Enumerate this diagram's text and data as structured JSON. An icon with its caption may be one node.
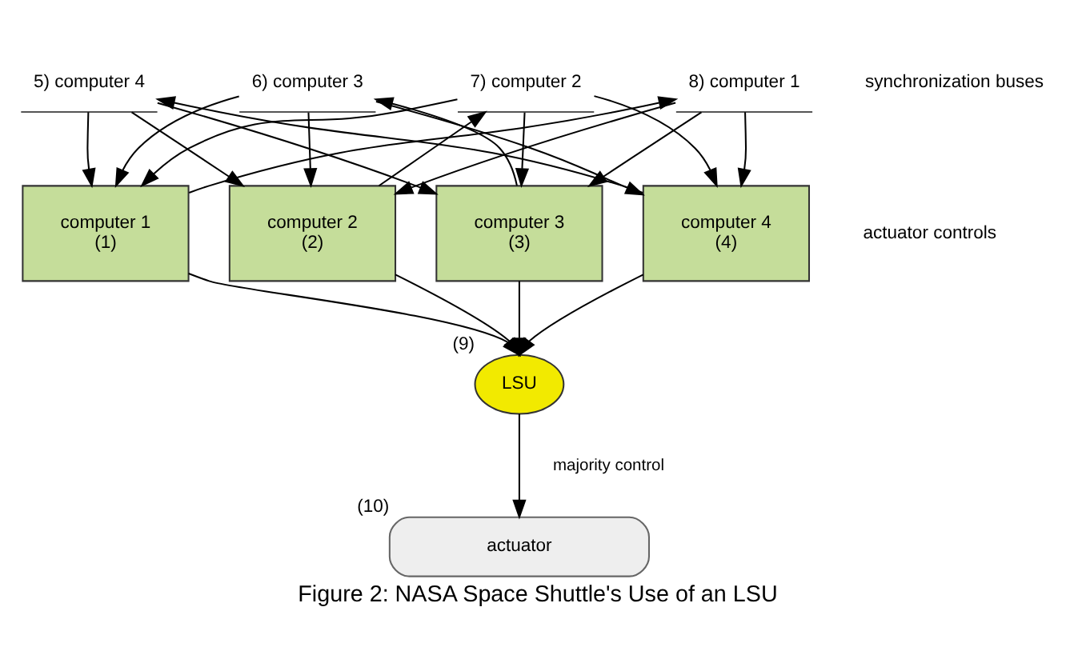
{
  "diagram": {
    "caption": "Figure 2: NASA Space Shuttle's Use of an LSU",
    "nodes": [
      {
        "text": [
          "5) computer 4"
        ]
      },
      {
        "text": [
          "6) computer 3"
        ]
      },
      {
        "text": [
          "7) computer 2"
        ]
      },
      {
        "text": [
          "8) computer 1"
        ]
      },
      {
        "text": [
          "computer 1",
          "(1)"
        ]
      },
      {
        "text": [
          "computer 2",
          "(2)"
        ]
      },
      {
        "text": [
          "computer 3",
          "(3)"
        ]
      },
      {
        "text": [
          "computer 4",
          "(4)"
        ]
      },
      {
        "text": [
          "LSU"
        ],
        "beside": [
          "(9)"
        ]
      },
      {
        "text": [
          "actuator"
        ],
        "beside": [
          "(10)"
        ]
      }
    ],
    "edges": [
      {
        "from": 4,
        "to": 3,
        "arrow": "to"
      },
      {
        "from": 2,
        "to": 4,
        "arrow": "to"
      },
      {
        "from": 1,
        "to": 4,
        "arrow": "to"
      },
      {
        "from": 0,
        "to": 4,
        "arrow": "to"
      },
      {
        "from": 3,
        "to": 5,
        "arrow": "to"
      },
      {
        "from": 5,
        "to": 2,
        "arrow": "to"
      },
      {
        "from": 1,
        "to": 5,
        "arrow": "to"
      },
      {
        "from": 0,
        "to": 5,
        "arrow": "to"
      },
      {
        "from": 3,
        "to": 6,
        "arrow": "to"
      },
      {
        "from": 2,
        "to": 6,
        "arrow": "to"
      },
      {
        "from": 6,
        "to": 1,
        "arrow": "to"
      },
      {
        "from": 0,
        "to": 6,
        "arrow": "to"
      },
      {
        "from": 3,
        "to": 7,
        "arrow": "to"
      },
      {
        "from": 2,
        "to": 7,
        "arrow": "to"
      },
      {
        "from": 1,
        "to": 7,
        "arrow": "to"
      },
      {
        "from": 7,
        "to": 0,
        "arrow": "to"
      },
      {
        "from": 4,
        "to": 8,
        "arrow": "to"
      },
      {
        "from": 5,
        "to": 8,
        "arrow": "to"
      },
      {
        "from": 6,
        "to": 8,
        "arrow": "to"
      },
      {
        "from": 7,
        "to": 8,
        "arrow": "to"
      },
      {
        "from": 8,
        "to": 9,
        "label": "majority control",
        "arrow": "to"
      }
    ],
    "labels": [
      "synchronization buses",
      "actuator controls"
    ]
  }
}
